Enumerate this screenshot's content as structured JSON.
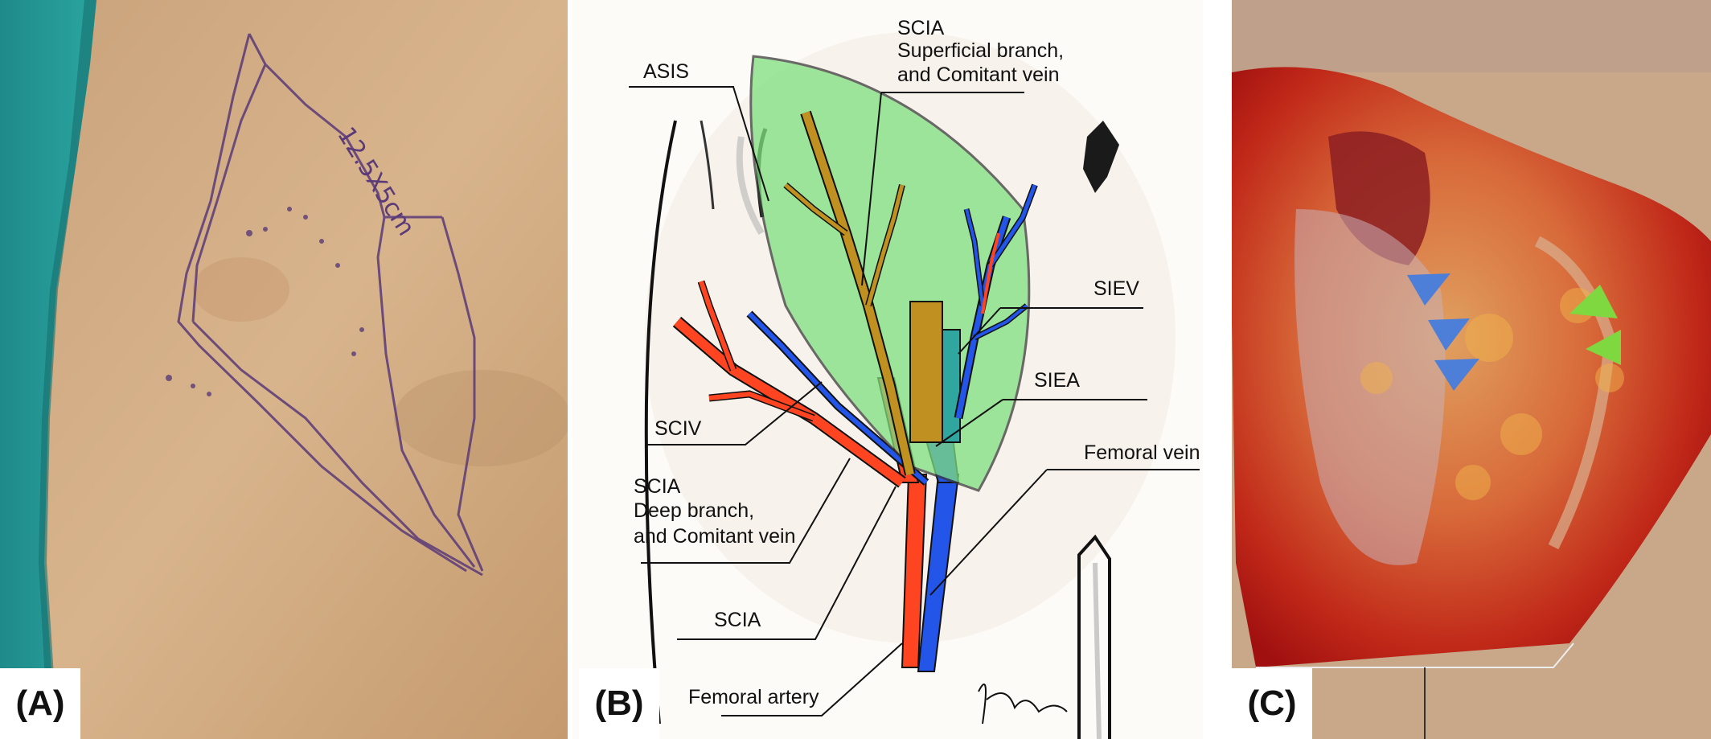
{
  "panel_a": {
    "label": "(A)",
    "marking_text": "12.5X5cm"
  },
  "panel_b": {
    "label": "(B)",
    "labels": {
      "asis": "ASIS",
      "scia_superficial_1": "SCIA",
      "scia_superficial_2": "Superficial branch,",
      "scia_superficial_3": "and Comitant vein",
      "siev": "SIEV",
      "siea": "SIEA",
      "sciv": "SCIV",
      "scia_deep_1": "SCIA",
      "scia_deep_2": "Deep branch,",
      "scia_deep_3": "and Comitant vein",
      "femoral_vein": "Femoral vein",
      "scia": "SCIA",
      "femoral_artery": "Femoral artery"
    },
    "colors": {
      "artery": "#ff4422",
      "vein": "#2255e8",
      "flap": "#7ee07e",
      "flap_border": "#3a3a3a"
    }
  },
  "panel_c": {
    "label": "(C)",
    "colors": {
      "blue_arrowhead": "#4d7fd8",
      "green_arrowhead": "#7fd840"
    }
  }
}
